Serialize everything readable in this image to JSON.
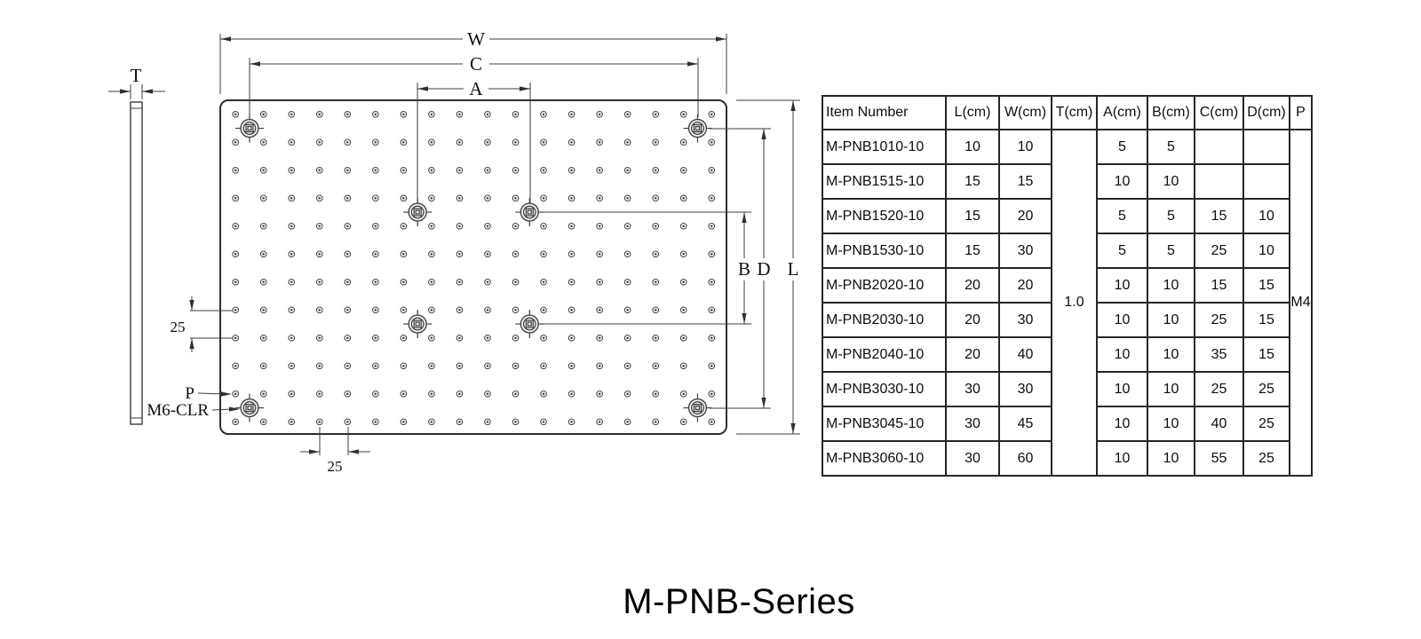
{
  "title": "M-PNB-Series",
  "drawing": {
    "dims": {
      "w": "W",
      "c": "C",
      "a": "A",
      "b": "B",
      "d": "D",
      "l": "L",
      "t": "T"
    },
    "pitch_left": "25",
    "pitch_bottom": "25",
    "callouts": {
      "p": "P",
      "m6": "M6-CLR"
    }
  },
  "table": {
    "headers": [
      "Item Number",
      "L(cm)",
      "W(cm)",
      "T(cm)",
      "A(cm)",
      "B(cm)",
      "C(cm)",
      "D(cm)",
      "P"
    ],
    "t_value": "1.0",
    "p_value": "M4",
    "rows": [
      {
        "item": "M-PNB1010-10",
        "l": "10",
        "w": "10",
        "a": "5",
        "b": "5",
        "c": "",
        "d": ""
      },
      {
        "item": "M-PNB1515-10",
        "l": "15",
        "w": "15",
        "a": "10",
        "b": "10",
        "c": "",
        "d": ""
      },
      {
        "item": "M-PNB1520-10",
        "l": "15",
        "w": "20",
        "a": "5",
        "b": "5",
        "c": "15",
        "d": "10"
      },
      {
        "item": "M-PNB1530-10",
        "l": "15",
        "w": "30",
        "a": "5",
        "b": "5",
        "c": "25",
        "d": "10"
      },
      {
        "item": "M-PNB2020-10",
        "l": "20",
        "w": "20",
        "a": "10",
        "b": "10",
        "c": "15",
        "d": "15"
      },
      {
        "item": "M-PNB2030-10",
        "l": "20",
        "w": "30",
        "a": "10",
        "b": "10",
        "c": "25",
        "d": "15"
      },
      {
        "item": "M-PNB2040-10",
        "l": "20",
        "w": "40",
        "a": "10",
        "b": "10",
        "c": "35",
        "d": "15"
      },
      {
        "item": "M-PNB3030-10",
        "l": "30",
        "w": "30",
        "a": "10",
        "b": "10",
        "c": "25",
        "d": "25"
      },
      {
        "item": "M-PNB3045-10",
        "l": "30",
        "w": "45",
        "a": "10",
        "b": "10",
        "c": "40",
        "d": "25"
      },
      {
        "item": "M-PNB3060-10",
        "l": "30",
        "w": "60",
        "a": "10",
        "b": "10",
        "c": "55",
        "d": "25"
      }
    ]
  }
}
